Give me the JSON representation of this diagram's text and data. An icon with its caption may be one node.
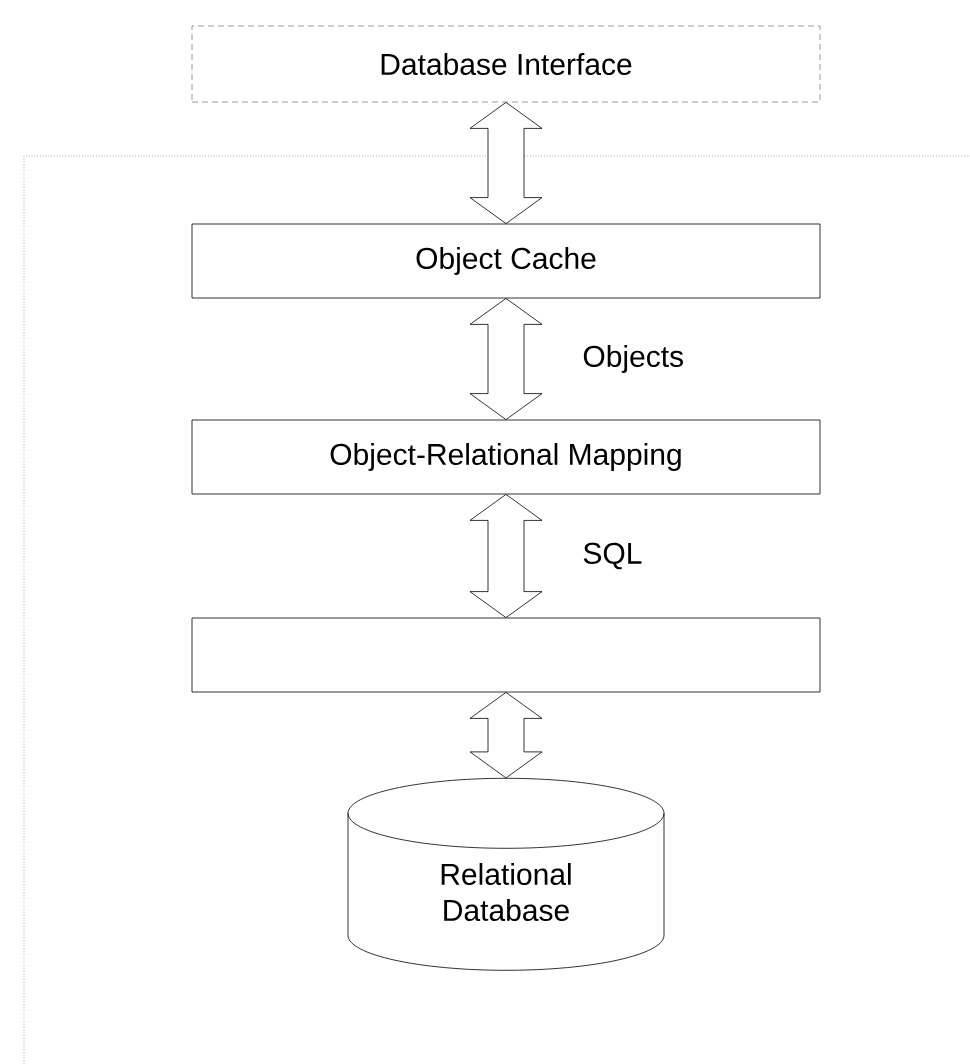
{
  "diagram": {
    "nodes": [
      {
        "text": [
          "Database Interface"
        ]
      },
      {
        "text": [
          "Object Cache"
        ]
      },
      {
        "text": [
          "Object-Relational Mapping"
        ]
      },
      {
        "text": [],
        "shape": "box"
      },
      {
        "text": [
          "Relational Database"
        ]
      }
    ],
    "edges": [
      {
        "from": 0,
        "to": 1,
        "arrow": "both"
      },
      {
        "from": 1,
        "to": 2,
        "arrow": "both",
        "label": "Objects"
      },
      {
        "from": 2,
        "to": 3,
        "arrow": "both",
        "label": "SQL"
      },
      {
        "from": 3,
        "to": 4,
        "arrow": "both"
      }
    ]
  }
}
